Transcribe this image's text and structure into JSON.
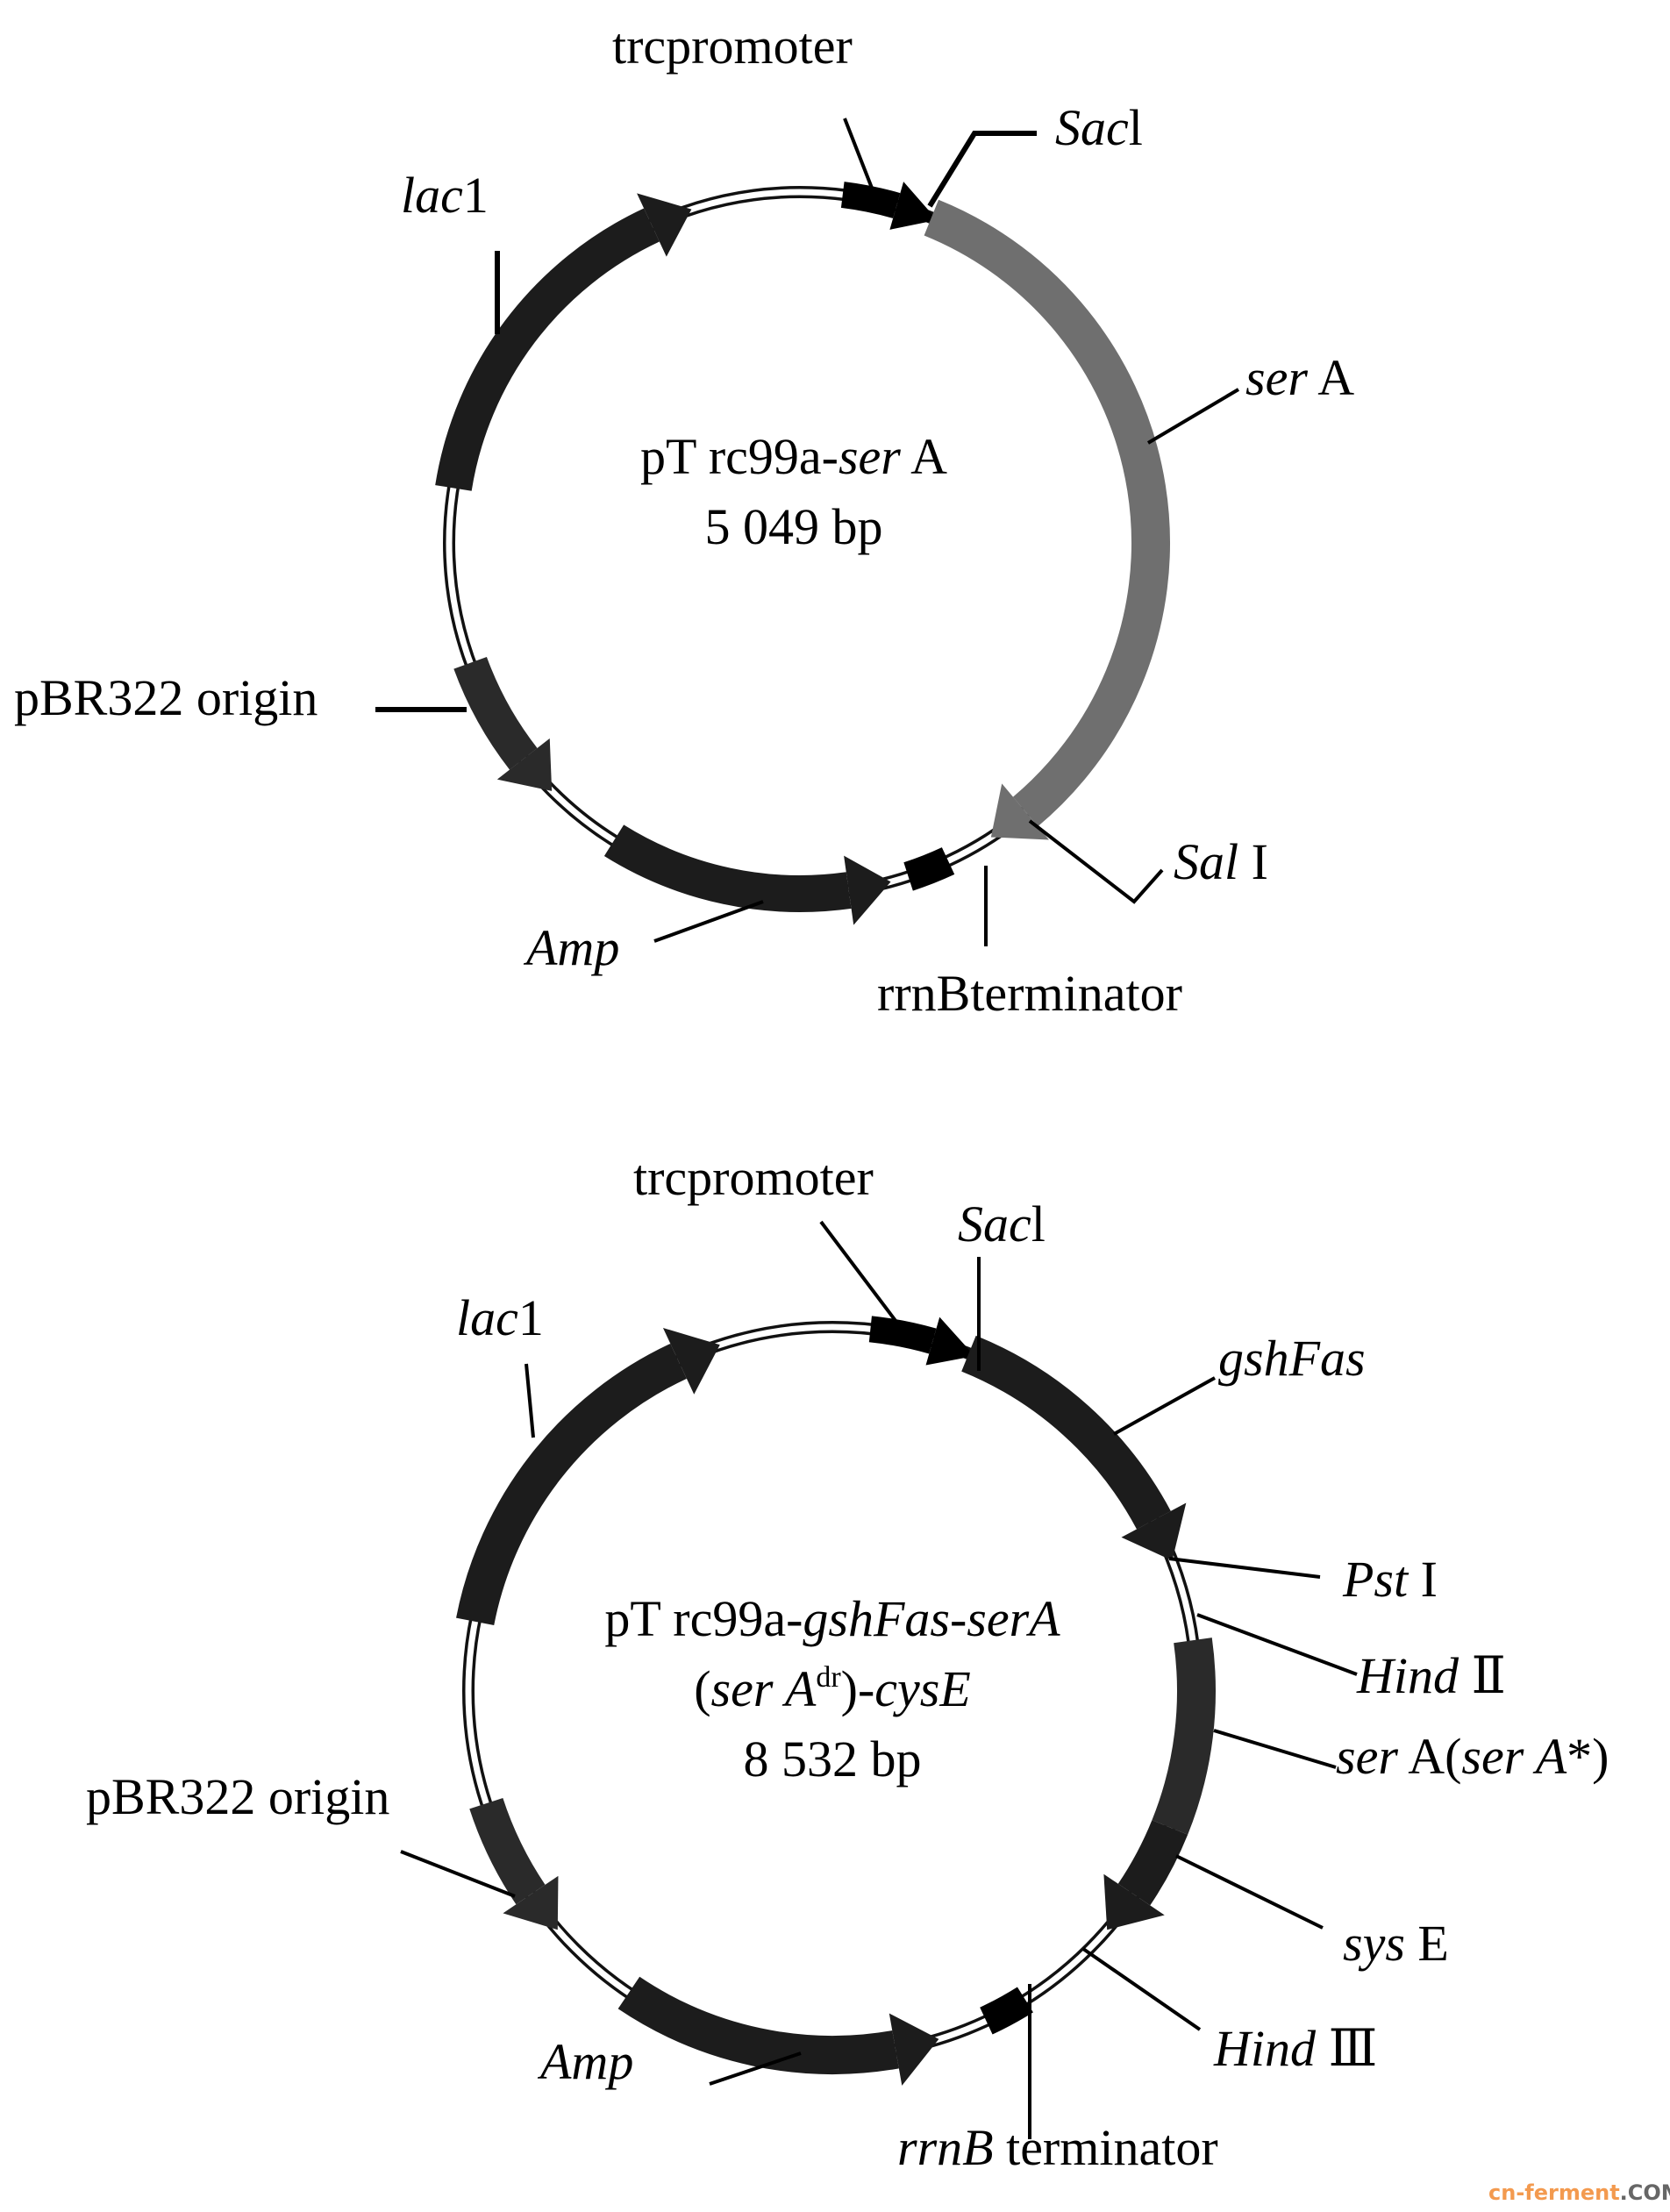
{
  "plasmid1": {
    "name_prefix": "pT rc99a-",
    "name_gene": "ser",
    "name_suffix": " A",
    "size": "5 049 bp",
    "labels": {
      "trc": "trcpromoter",
      "sac_it": "Sac",
      "sac_rm": "l",
      "lac_it": "lac",
      "lac_rm": "1",
      "sera_it": "ser",
      "sera_rm": " A",
      "pbr": "pBR322 origin",
      "sal_it": "Sal",
      "sal_rm": " I",
      "amp": "Amp",
      "rrnb": "rrnBterminator"
    }
  },
  "plasmid2": {
    "line1_prefix": "pT rc99a-",
    "line1_gene": "gshFas-serA",
    "line2_open": "(",
    "line2_gene": "ser A",
    "line2_sup": "dr",
    "line2_close": ")-",
    "line2_gene2": "cysE",
    "size": "8 532 bp",
    "labels": {
      "trc": "trcpromoter",
      "sac_it": "Sac",
      "sac_rm": "l",
      "lac_it": "lac",
      "lac_rm": "1",
      "gsh": "gshFas",
      "pst_it": "Pst",
      "pst_rm": " I",
      "hind2_it": "Hind",
      "hind2_rm": " Ⅱ",
      "sera_it": "ser",
      "sera_rm": " A(",
      "sera_it2": "ser A",
      "sera_rm2": "*)",
      "sys_it": "sys",
      "sys_rm": " E",
      "hind3_it": "Hind",
      "hind3_rm": " Ⅲ",
      "amp": "Amp",
      "pbr": "pBR322 origin",
      "rrnb_it": "rrnB",
      "rrnb_rm": " terminator"
    }
  },
  "watermark": {
    "main": "cn-ferment",
    "tld": ".COM",
    "main_color": "#f39a4f",
    "tld_color": "#666666"
  }
}
